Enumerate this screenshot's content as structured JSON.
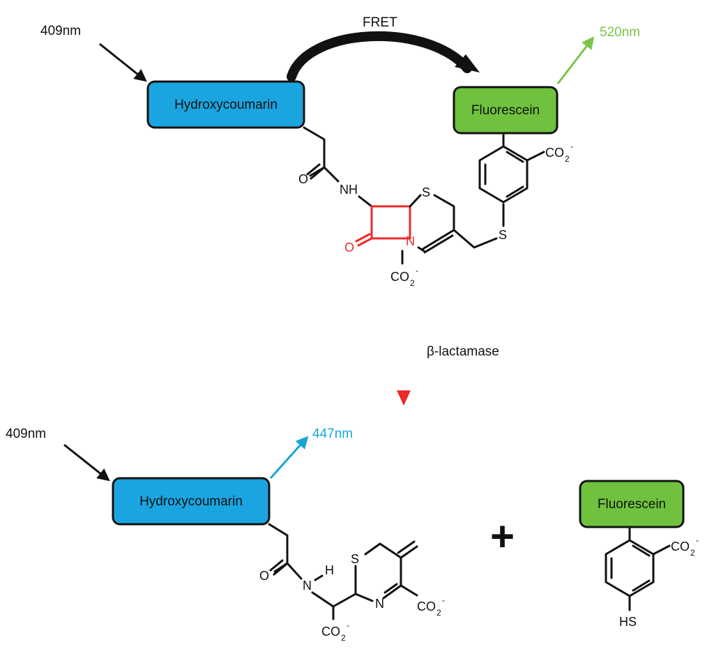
{
  "top": {
    "excitation_label": "409nm",
    "fret_label": "FRET",
    "emission_label": "520nm",
    "donor_label": "Hydroxycoumarin",
    "acceptor_label": "Fluorescein"
  },
  "enzyme_label": "β-lactamase",
  "bottom": {
    "excitation_label": "409nm",
    "emission_label": "447nm",
    "donor_label": "Hydroxycoumarin",
    "acceptor_label": "Fluorescein",
    "plus_sign": "+"
  },
  "atoms": {
    "oxygen": "O",
    "nitrogen": "N",
    "sulfur": "S",
    "amide_nh": "NH",
    "hydrogen": "H",
    "thiol": "HS",
    "carboxylate": "CO",
    "subscript_2": "2",
    "minus": "-"
  },
  "colors": {
    "donor_box": "#1aa5e0",
    "acceptor_box": "#70c23e",
    "emission_green": "#7cc448",
    "emission_blue": "#16a6d6",
    "beta_lactam_red": "#ec2a2a",
    "enzyme_arrow": "#f08070",
    "text": "#111111"
  }
}
